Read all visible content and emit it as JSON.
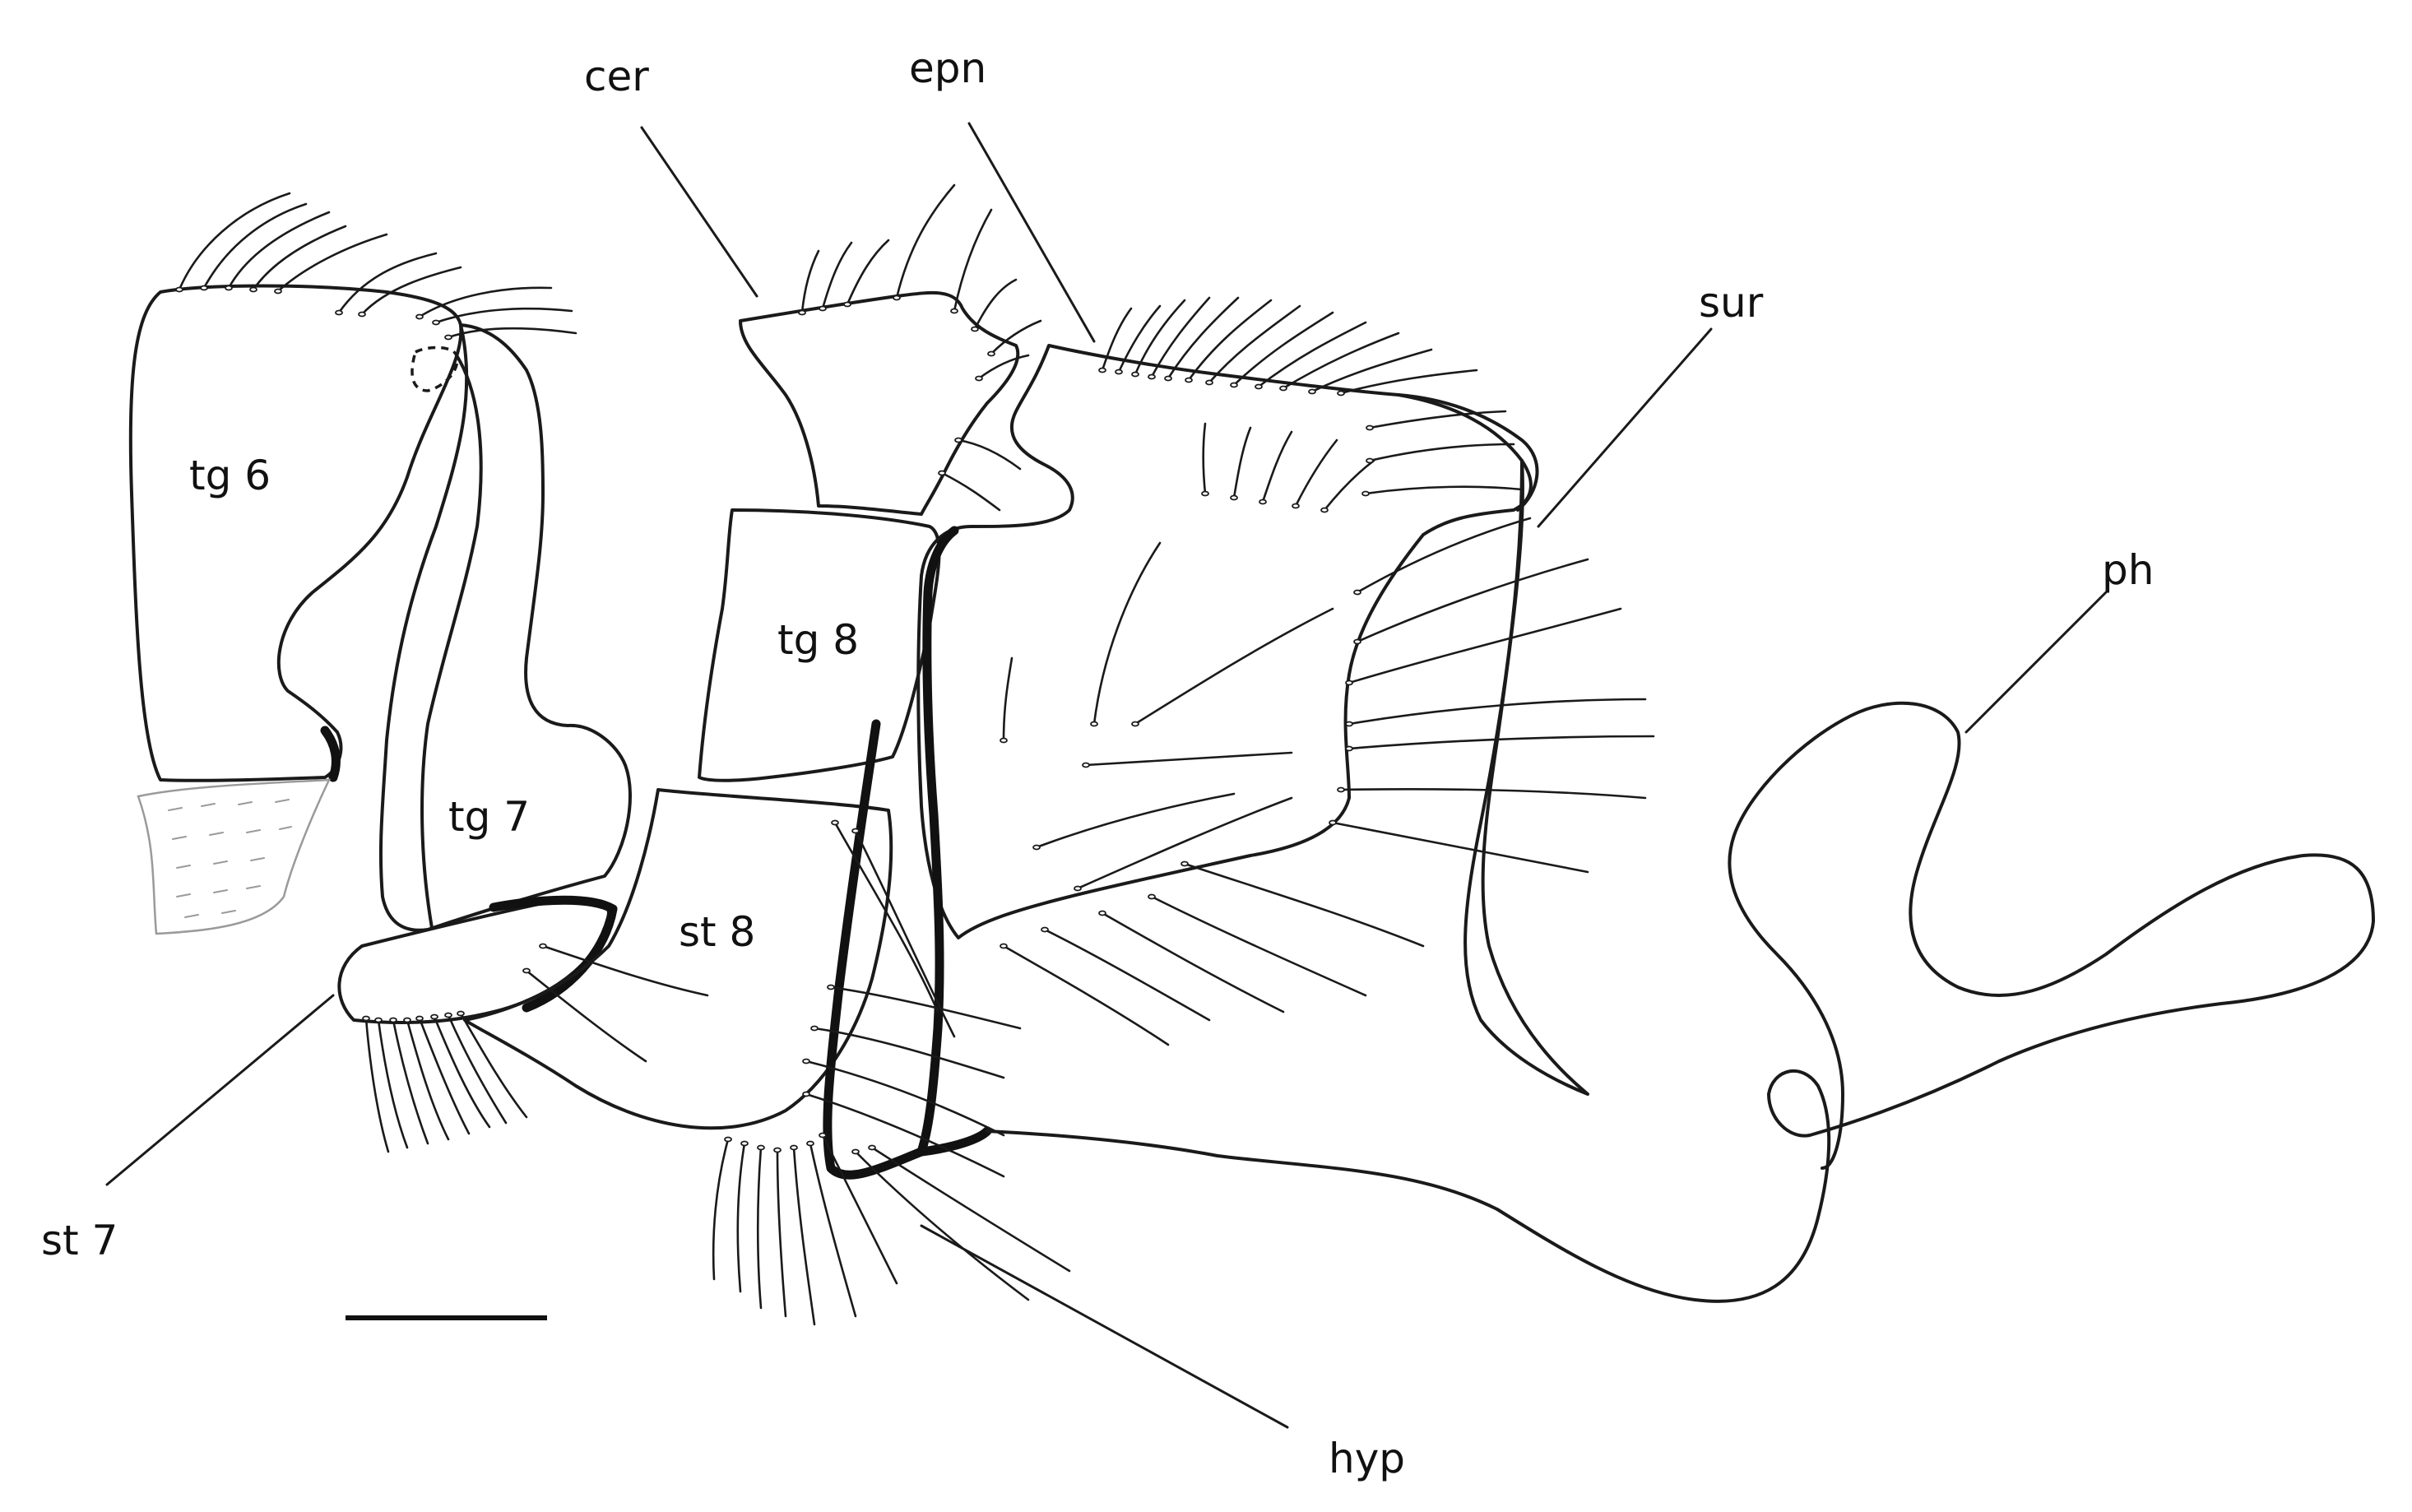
{
  "labels": {
    "tg6": "tg 6",
    "tg7": "tg 7",
    "tg8": "tg 8",
    "st7": "st 7",
    "st8": "st 8",
    "cer": "cer",
    "epn": "epn",
    "sur": "sur",
    "ph": "ph",
    "hyp": "hyp"
  },
  "colors": {
    "ink": "#1a1a1a",
    "membrane": "#9a9a9a",
    "background": "#ffffff"
  }
}
